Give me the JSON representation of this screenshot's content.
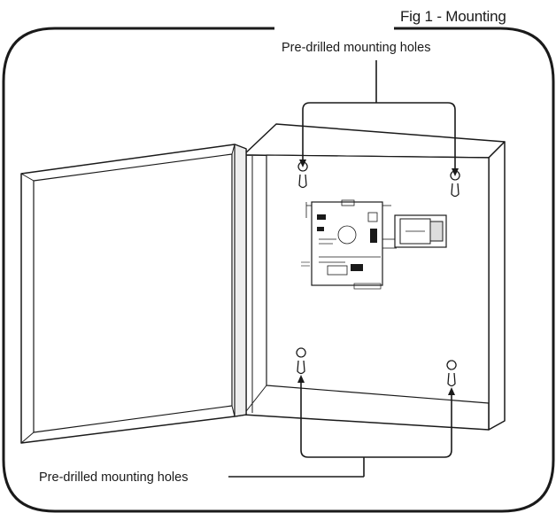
{
  "figure": {
    "title": "Fig 1 - Mounting"
  },
  "callouts": {
    "top_label": "Pre-drilled mounting holes",
    "bottom_label": "Pre-drilled mounting holes"
  },
  "colors": {
    "line": "#1a1a1a",
    "background": "#ffffff",
    "shade": "#d9d9d9"
  }
}
